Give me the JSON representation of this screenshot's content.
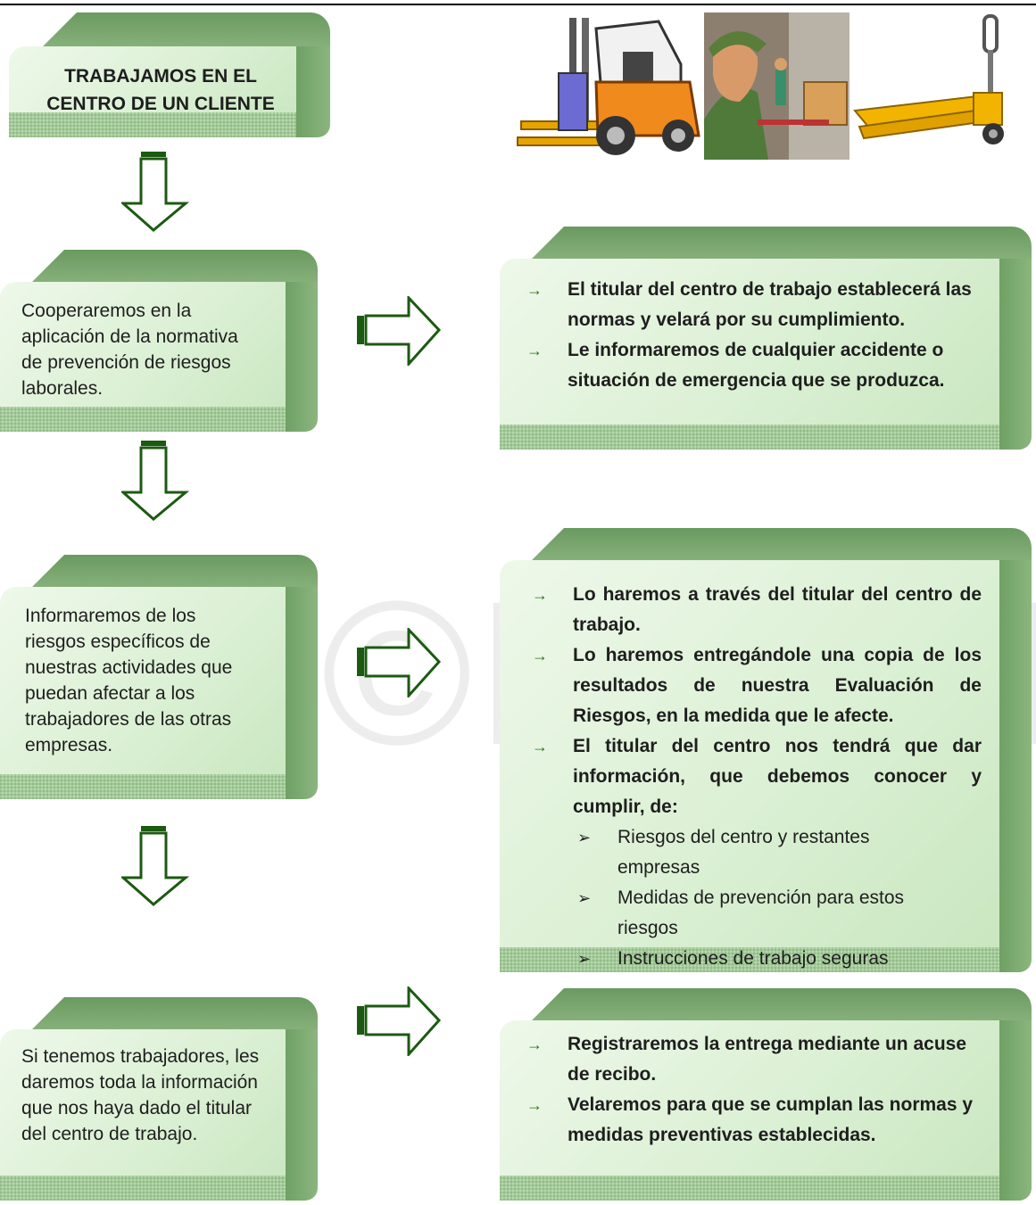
{
  "watermark": "©INSHT",
  "box_title": {
    "lines": [
      "TRABAJAMOS EN EL",
      "CENTRO DE UN CLIENTE"
    ]
  },
  "left_boxes": [
    {
      "text": "Cooperaremos en la aplicación de la normativa de prevención de riesgos laborales."
    },
    {
      "text": "Informaremos de los riesgos específicos de nuestras actividades que puedan afectar a los trabajadores de las otras empresas."
    },
    {
      "text": "Si tenemos trabajadores, les daremos toda la información que nos haya dado el titular del centro de trabajo."
    }
  ],
  "right_boxes": [
    {
      "items": [
        "El titular del centro de trabajo establecerá las normas y velará por su cumplimiento.",
        "Le informaremos de cualquier accidente o situación de emergencia que se produzca."
      ]
    },
    {
      "items": [
        "Lo haremos a través del titular del centro de trabajo.",
        "Lo haremos entregándole una copia de los resultados de nuestra Evaluación de Riesgos, en la medida que le afecte.",
        "El titular del centro nos tendrá que dar información, que debemos conocer y cumplir, de:"
      ],
      "subitems": [
        "Riesgos del centro y restantes empresas",
        "Medidas de prevención para estos riesgos",
        "Instrucciones de trabajo seguras"
      ]
    },
    {
      "items": [
        "Registraremos la entrega mediante un acuse de recibo.",
        "Velaremos para que se cumplan las normas y medidas preventivas establecidas."
      ]
    }
  ],
  "bullet_glyph": "→",
  "sub_bullet_glyph": "➢",
  "colors": {
    "box_front": "#dbf0d4",
    "box_side": "#7aa86e",
    "arrow_outline": "#1c5a12",
    "bullet": "#2f6e1c"
  }
}
